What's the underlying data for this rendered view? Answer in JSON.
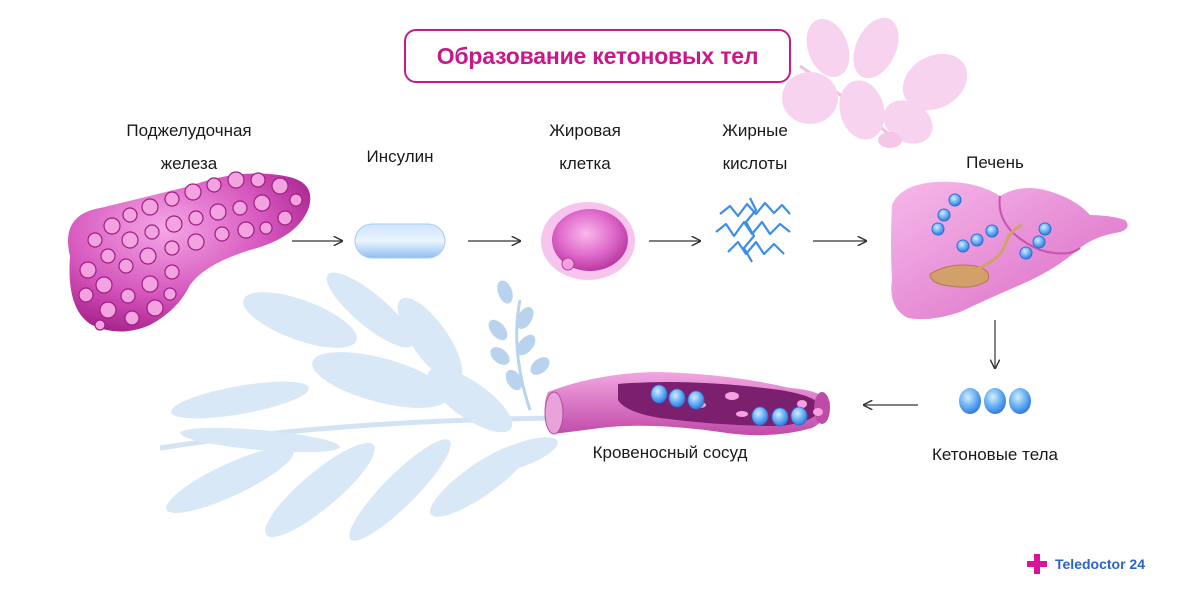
{
  "title": "Образование кетоновых тел",
  "nodes": {
    "pancreas": {
      "line1": "Поджелудочная",
      "line2": "железа"
    },
    "insulin": {
      "label": "Инсулин"
    },
    "fat_cell": {
      "line1": "Жировая",
      "line2": "клетка"
    },
    "fatty_acids": {
      "line1": "Жирные",
      "line2": "кислоты"
    },
    "liver": {
      "label": "Печень"
    },
    "ketone_bodies": {
      "label": "Кетоновые тела"
    },
    "blood_vessel": {
      "label": "Кровеносный сосуд"
    }
  },
  "brand": {
    "name": "Teledoctor 24",
    "icon": "plus-cross-icon"
  },
  "colors": {
    "accent_magenta": "#c8188a",
    "organ_pink": "#d94fbd",
    "ketone_blue": "#5ba8f0",
    "leaf_blue": "#cfe0f3",
    "leaf_pink": "#f8d3ef"
  }
}
